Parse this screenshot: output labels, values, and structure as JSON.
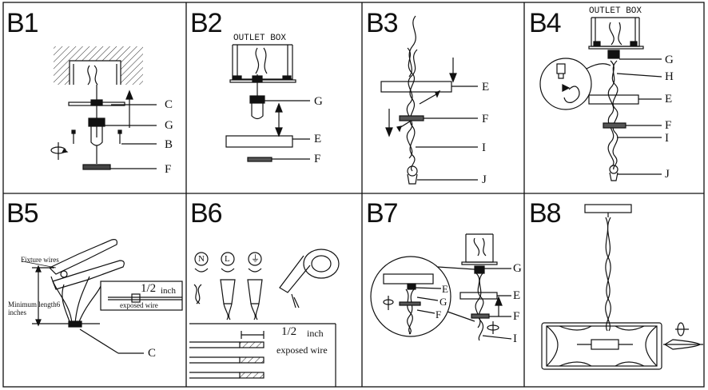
{
  "panels": [
    {
      "id": "B1",
      "labels": [
        "C",
        "G",
        "B",
        "F"
      ]
    },
    {
      "id": "B2",
      "header": "OUTLET BOX",
      "labels": [
        "G",
        "E",
        "F"
      ]
    },
    {
      "id": "B3",
      "labels": [
        "E",
        "F",
        "I",
        "J"
      ]
    },
    {
      "id": "B4",
      "header": "OUTLET BOX",
      "labels": [
        "G",
        "H",
        "E",
        "F",
        "I",
        "J"
      ]
    },
    {
      "id": "B5",
      "texts": {
        "fixture_wires": "Fixture wires",
        "min_length": "Minimum length6",
        "inches": "inches",
        "fraction": "1/2",
        "unit": "inch",
        "exposed": "exposed wire"
      },
      "labels": [
        "C"
      ]
    },
    {
      "id": "B6",
      "terminals": [
        "N",
        "L",
        "⏚"
      ],
      "texts": {
        "fraction": "1/2",
        "unit": "inch",
        "exposed": "exposed wire"
      }
    },
    {
      "id": "B7",
      "labels": [
        "G",
        "E",
        "F",
        "I"
      ],
      "inset_labels": [
        "E",
        "G",
        "F"
      ]
    },
    {
      "id": "B8"
    }
  ],
  "icons": [
    "rotate-arrow-icon",
    "up-arrow-icon",
    "down-arrow-icon",
    "double-arrow-icon"
  ]
}
